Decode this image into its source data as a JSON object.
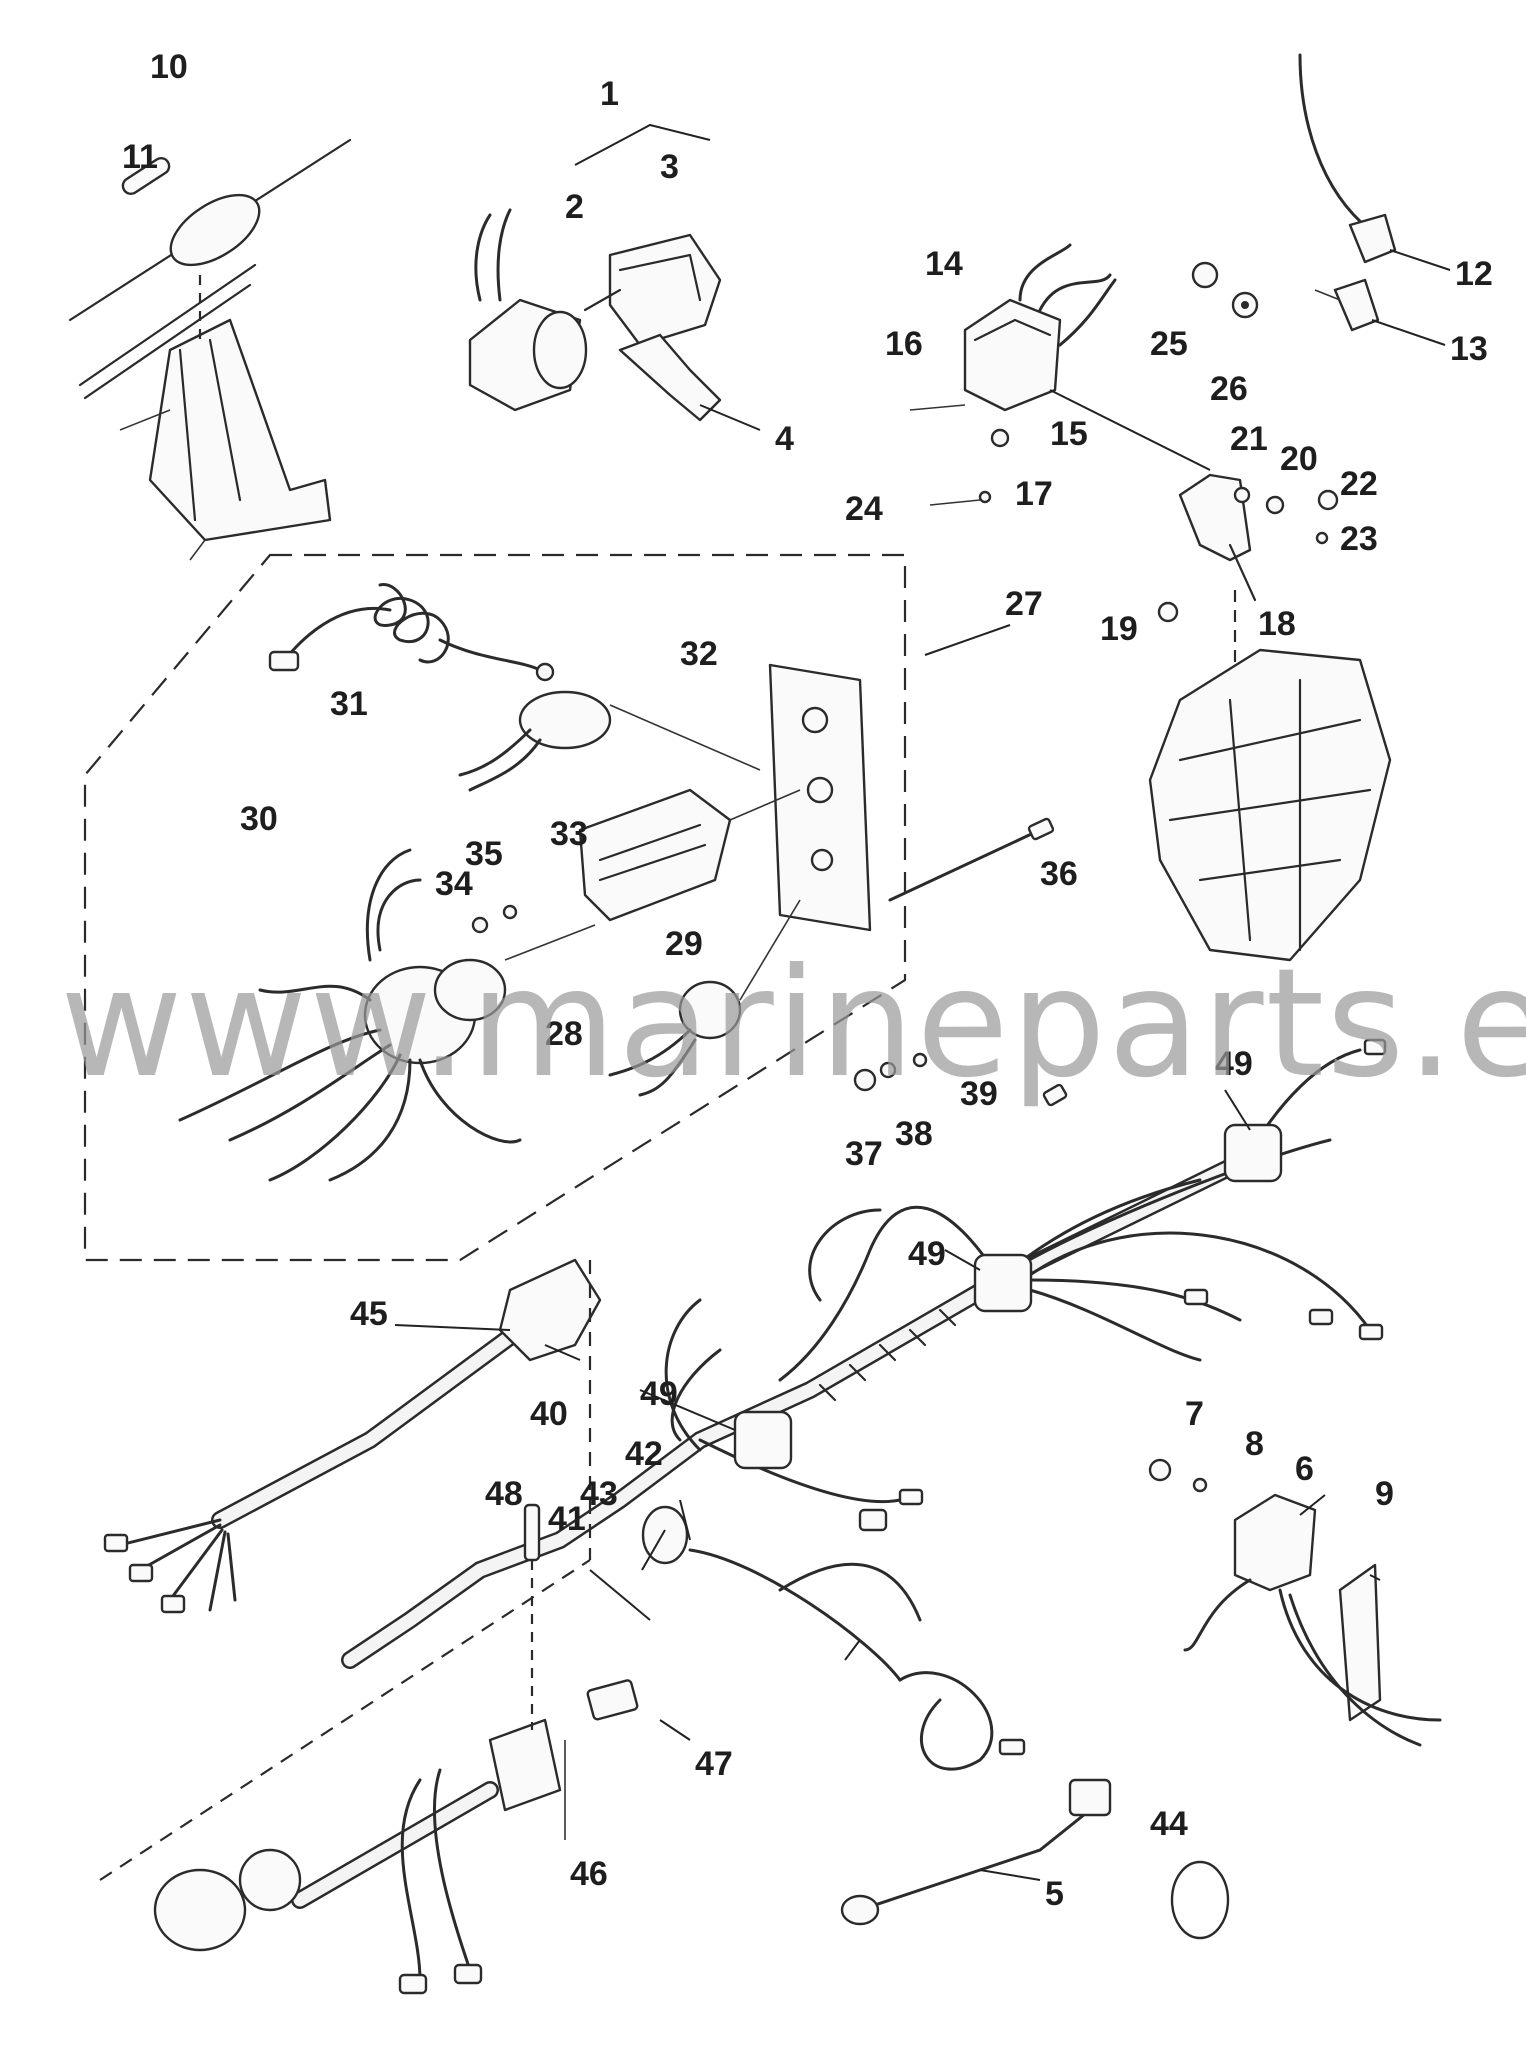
{
  "watermark": "www.marineparts.eu",
  "callouts": [
    "1",
    "2",
    "3",
    "4",
    "5",
    "6",
    "7",
    "8",
    "9",
    "10",
    "11",
    "12",
    "13",
    "14",
    "15",
    "16",
    "17",
    "18",
    "19",
    "20",
    "21",
    "22",
    "23",
    "24",
    "25",
    "26",
    "27",
    "28",
    "29",
    "30",
    "31",
    "32",
    "33",
    "34",
    "35",
    "36",
    "37",
    "38",
    "39",
    "40",
    "41",
    "42",
    "43",
    "44",
    "45",
    "46",
    "47",
    "48",
    "49",
    "49",
    "49"
  ]
}
